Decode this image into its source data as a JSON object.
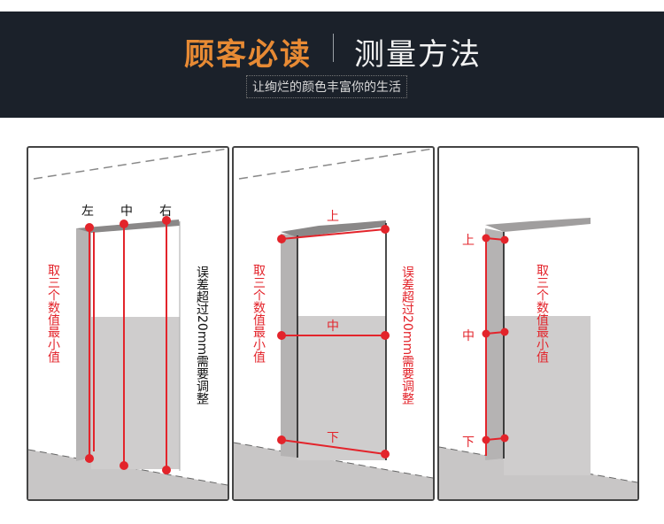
{
  "header": {
    "title_accent": "顾客必读",
    "title_main": "测量方法",
    "subtitle": "让绚烂的颜色丰富你的生活"
  },
  "panels": [
    {
      "labels": [
        "左",
        "中",
        "右"
      ],
      "note_red": "取三个数值最小值",
      "note_black": "误差超过20mm需要调整"
    },
    {
      "labels": [
        "上",
        "中",
        "下"
      ],
      "note_red": "取三个数值最小值",
      "note_black": "误差超过20mm需要调整"
    },
    {
      "labels": [
        "上",
        "中",
        "下"
      ],
      "note_red": "取三个数值最小值"
    }
  ],
  "colors": {
    "header_bg": "#1b212a",
    "accent": "#e78a34",
    "measure_red": "#e3242b",
    "wall_gray": "#c8c6c6"
  }
}
